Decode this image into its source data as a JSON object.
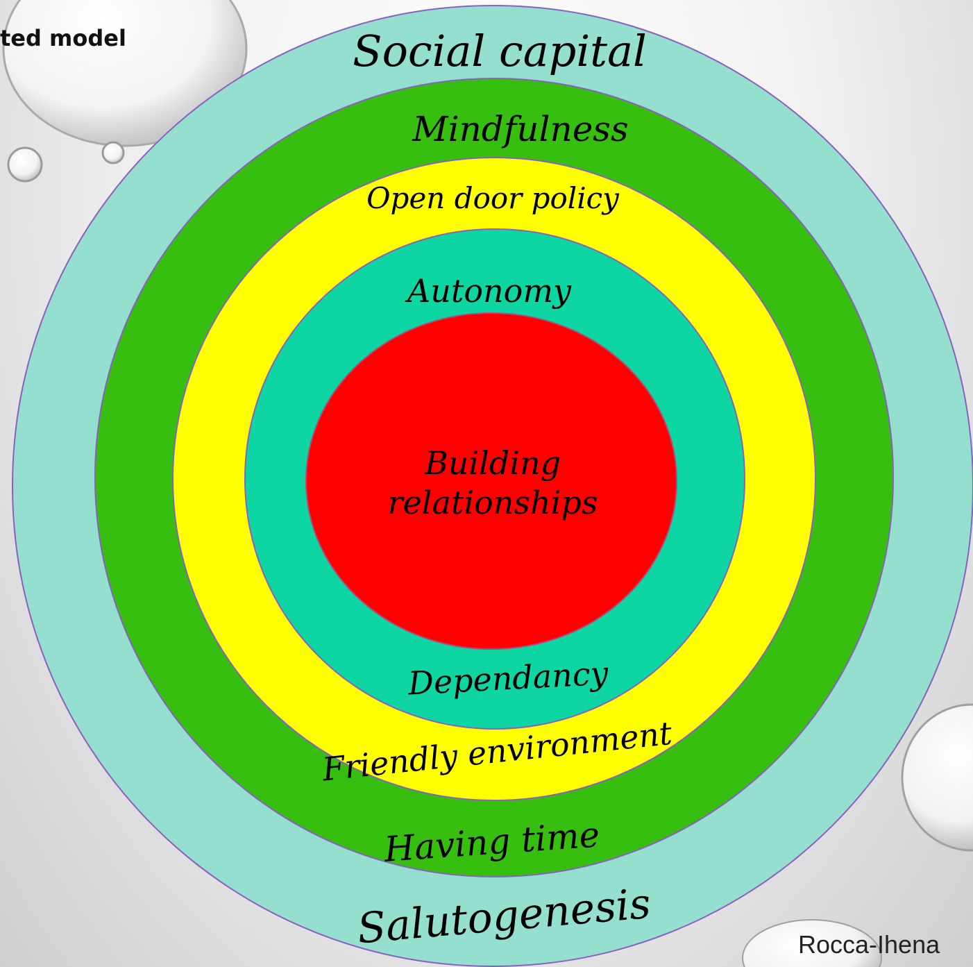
{
  "title": "ted model",
  "credit": "Rocca-Ihena",
  "rings": {
    "outer": {
      "top_label": "Social capital",
      "bottom_label": "Salutogenesis",
      "color": "#94dfce"
    },
    "second": {
      "top_label": "Mindfulness",
      "bottom_label": "Having time",
      "color": "#37bf10"
    },
    "third": {
      "top_label": "Open door policy",
      "bottom_label": "Friendly environment",
      "color": "#ffff00"
    },
    "fourth": {
      "top_label": "Autonomy",
      "bottom_label": "Dependancy",
      "color": "#0dd6a2"
    },
    "core": {
      "line1": "Building",
      "line2": "relationships",
      "color": "#ff0000"
    }
  }
}
